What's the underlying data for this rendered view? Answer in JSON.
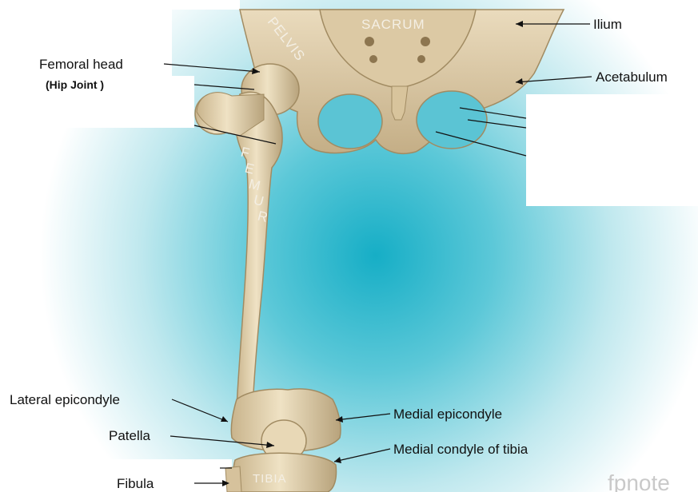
{
  "colors": {
    "background_glow": "#19b0c8",
    "bone": "#e6d6b4",
    "bone_shadow": "#b39e76",
    "label_text": "#111111"
  },
  "bone_labels": {
    "sacrum": "SACRUM",
    "pelvis": "PELVIS",
    "femur": [
      "F",
      "E",
      "M",
      "U",
      "R"
    ],
    "tibia": "TIBIA"
  },
  "labels": {
    "ilium": "Ilium",
    "femoral_head": "Femoral head",
    "hip_joint": "(Hip Joint )",
    "acetabulum": "Acetabulum",
    "lateral_epicondyle": "Lateral epicondyle",
    "medial_epicondyle": "Medial epicondyle",
    "patella": "Patella",
    "medial_condyle_of_tibia": "Medial condyle of tibia",
    "fibula": "Fibula"
  },
  "watermark": "fpnote"
}
